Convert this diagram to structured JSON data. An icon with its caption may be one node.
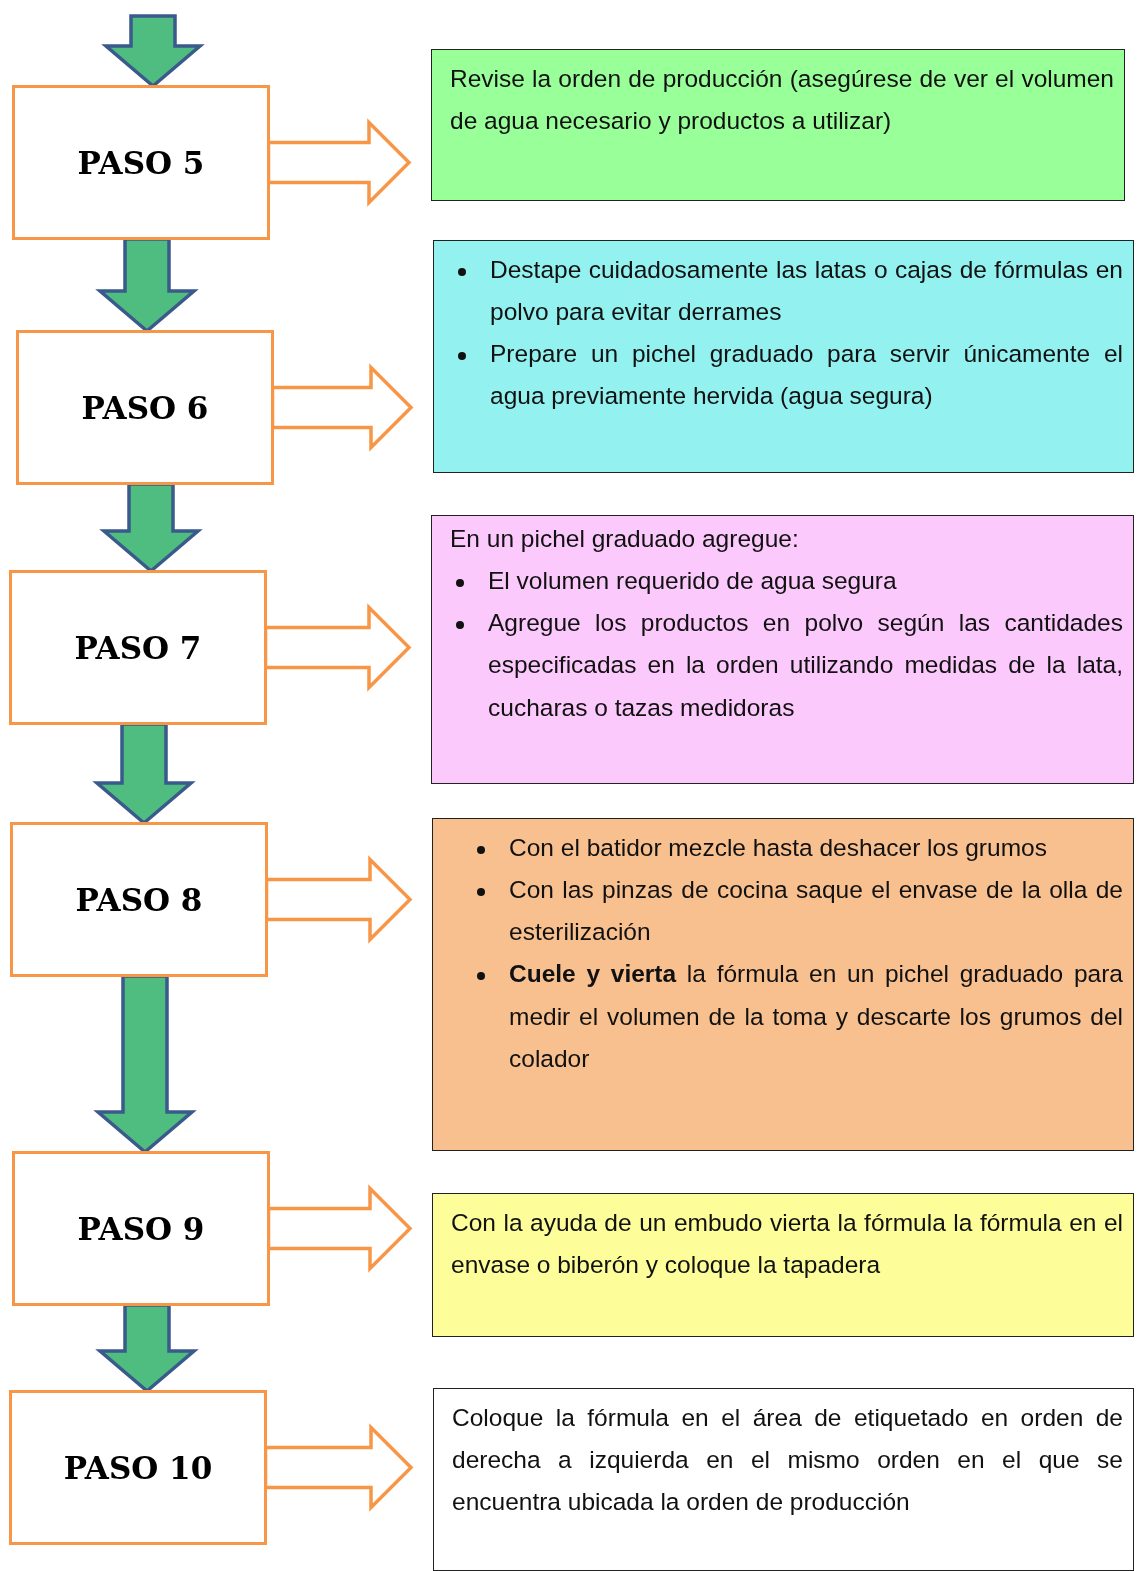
{
  "diagram": {
    "nodes": [
      {
        "text": [
          "PASO 5"
        ]
      },
      {
        "text": [
          "Revise la orden de producción (asegúrese de ver el volumen de agua necesario y productos a utilizar)"
        ]
      },
      {
        "text": [
          "PASO 6"
        ]
      },
      {
        "text": [
          "Destape cuidadosamente las latas o cajas de fórmulas en polvo para evitar derrames",
          "Prepare un pichel graduado para servir únicamente el agua previamente hervida (agua segura)"
        ]
      },
      {
        "text": [
          "PASO 7"
        ]
      },
      {
        "text": [
          "En un pichel graduado agregue:",
          "El volumen requerido de agua segura",
          "Agregue los productos en polvo según las cantidades especificadas en la orden utilizando medidas de la lata, cucharas o tazas medidoras"
        ]
      },
      {
        "text": [
          "PASO 8"
        ]
      },
      {
        "text": [
          "Con el batidor mezcle hasta deshacer los grumos",
          "Con las pinzas de cocina saque el envase de la olla de esterilización",
          "**Cuele y vierta** la fórmula en un pichel graduado para medir el volumen de la toma y descarte los grumos del colador"
        ]
      },
      {
        "text": [
          "PASO 9"
        ]
      },
      {
        "text": [
          "Con la ayuda de un embudo vierta la fórmula la fórmula en el envase o biberón y coloque la tapadera"
        ]
      },
      {
        "text": [
          "PASO 10"
        ]
      },
      {
        "text": [
          "Coloque la fórmula en el área de etiquetado en orden de derecha a izquierda en el mismo orden en el que se encuentra ubicada la orden de producción"
        ]
      }
    ],
    "edges": [
      {
        "from": null,
        "to": 0,
        "arrow": "to",
        "color": "#4fbd7f"
      },
      {
        "from": 0,
        "to": 1,
        "arrow": "to",
        "color": "#f79646"
      },
      {
        "from": 0,
        "to": 2,
        "arrow": "to",
        "color": "#4fbd7f"
      },
      {
        "from": 2,
        "to": 3,
        "arrow": "to",
        "color": "#f79646"
      },
      {
        "from": 2,
        "to": 4,
        "arrow": "to",
        "color": "#4fbd7f"
      },
      {
        "from": 4,
        "to": 5,
        "arrow": "to",
        "color": "#f79646"
      },
      {
        "from": 4,
        "to": 6,
        "arrow": "to",
        "color": "#4fbd7f"
      },
      {
        "from": 6,
        "to": 7,
        "arrow": "to",
        "color": "#f79646"
      },
      {
        "from": 6,
        "to": 8,
        "arrow": "to",
        "color": "#4fbd7f"
      },
      {
        "from": 8,
        "to": 9,
        "arrow": "to",
        "color": "#f79646"
      },
      {
        "from": 8,
        "to": 10,
        "arrow": "to",
        "color": "#4fbd7f"
      },
      {
        "from": 10,
        "to": 11,
        "arrow": "to",
        "color": "#f79646"
      }
    ]
  }
}
